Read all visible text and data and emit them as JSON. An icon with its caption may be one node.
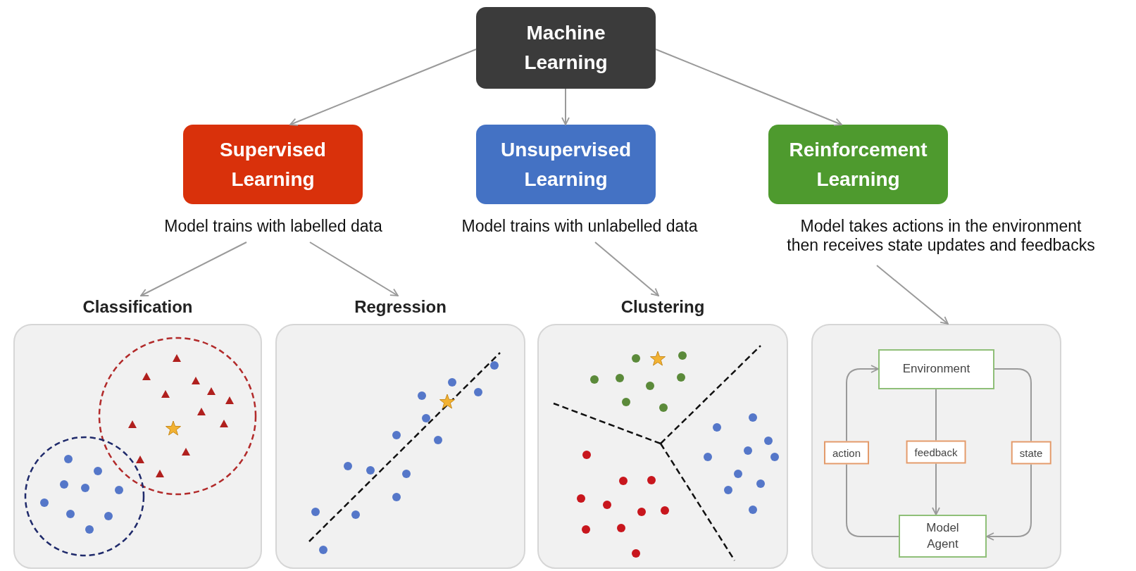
{
  "diagram": {
    "nodes": [
      {
        "text": [
          "Machine Learning"
        ]
      },
      {
        "text": [
          "Supervised Learning"
        ],
        "beside": [
          "Model trains with labelled data"
        ]
      },
      {
        "text": [
          "Unsupervised Learning"
        ],
        "beside": [
          "Model trains with unlabelled data"
        ]
      },
      {
        "text": [
          "Reinforcement Learning"
        ],
        "beside": [
          "Model takes actions in the environment then receives state updates and feedbacks"
        ]
      },
      {
        "text": [
          "Classification"
        ]
      },
      {
        "text": [
          "Regression"
        ]
      },
      {
        "text": [
          "Clustering"
        ]
      },
      {
        "text": [],
        "shape": "box"
      },
      {
        "text": [
          "Environment"
        ],
        "in": 7
      },
      {
        "text": [
          "Model Agent"
        ],
        "in": 7
      }
    ],
    "edges": [
      {
        "from": 0,
        "to": 1,
        "arrow": "to"
      },
      {
        "from": 0,
        "to": 2,
        "arrow": "to"
      },
      {
        "from": 0,
        "to": 3,
        "arrow": "to"
      },
      {
        "from": 1,
        "to": 4,
        "arrow": "to"
      },
      {
        "from": 1,
        "to": 5,
        "arrow": "to"
      },
      {
        "from": 2,
        "to": 6,
        "arrow": "to"
      },
      {
        "from": 3,
        "to": 7,
        "arrow": "to"
      },
      {
        "from": 8,
        "to": 9,
        "arrow": "to",
        "label": "feedback"
      },
      {
        "from": 9,
        "to": 8,
        "arrow": "to",
        "label": "action"
      },
      {
        "from": 8,
        "to": 9,
        "arrow": "to",
        "label": "state"
      }
    ]
  }
}
